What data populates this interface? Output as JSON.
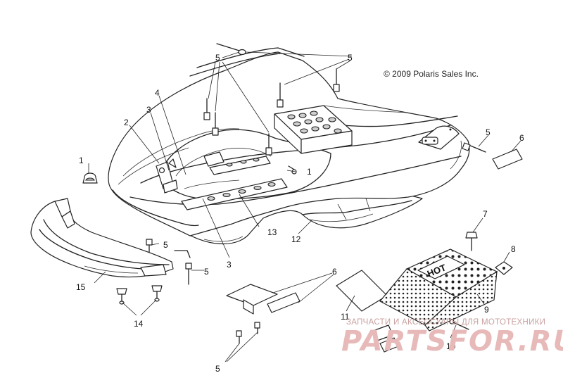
{
  "copyright": "© 2009 Polaris Sales Inc.",
  "callouts": {
    "c1a": "1",
    "c1b": "1",
    "c2": "2",
    "c3a": "3",
    "c3b": "3",
    "c4": "4",
    "c5a": "5",
    "c5b": "5",
    "c5c": "5",
    "c5d": "5",
    "c5e": "5",
    "c5f": "5",
    "c6a": "6",
    "c6b": "6",
    "c7": "7",
    "c8": "8",
    "c9": "9",
    "c10": "10",
    "c11": "11",
    "c12": "12",
    "c13": "13",
    "c14": "14",
    "c15": "15"
  },
  "heat_shield_text": "HOT",
  "watermark": {
    "tagline": "ЗАПЧАСТИ И АКСЕССУАРЫ ДЛЯ МОТОТЕХНИКИ",
    "logo": "PARTSFOR.RU"
  }
}
